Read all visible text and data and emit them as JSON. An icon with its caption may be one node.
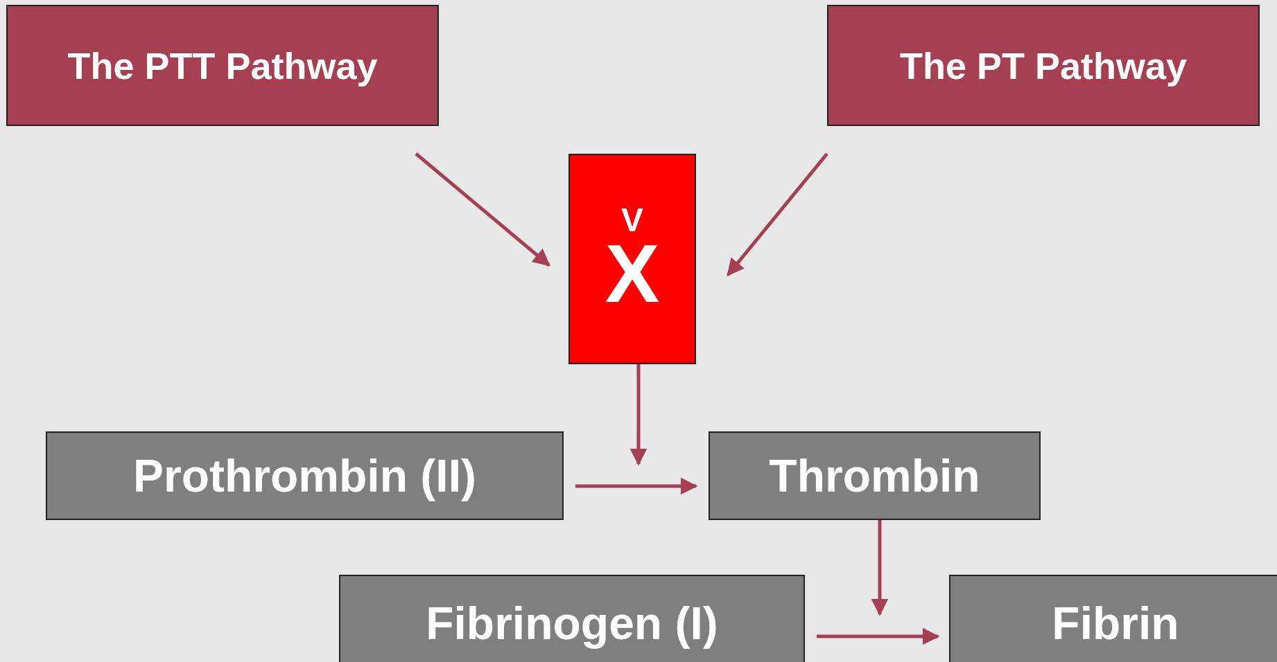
{
  "diagram": {
    "nodes": [
      {
        "text": [
          "The PTT Pathway"
        ]
      },
      {
        "text": [
          "The PT Pathway"
        ]
      },
      {
        "text": [
          "V",
          "X"
        ]
      },
      {
        "text": [
          "Prothrombin (II)"
        ]
      },
      {
        "text": [
          "Thrombin"
        ]
      },
      {
        "text": [
          "Fibrinogen (I)"
        ]
      },
      {
        "text": [
          "Fibrin"
        ]
      }
    ],
    "edges": [
      {
        "from": 0,
        "to": 2,
        "arrow": "to"
      },
      {
        "from": 1,
        "to": 2,
        "arrow": "to"
      },
      {
        "from": 2,
        "to": null,
        "arrow": "to"
      },
      {
        "from": 3,
        "to": 4,
        "arrow": "to"
      },
      {
        "from": 4,
        "to": null,
        "arrow": "to"
      },
      {
        "from": 5,
        "to": 6,
        "arrow": "to"
      }
    ]
  }
}
